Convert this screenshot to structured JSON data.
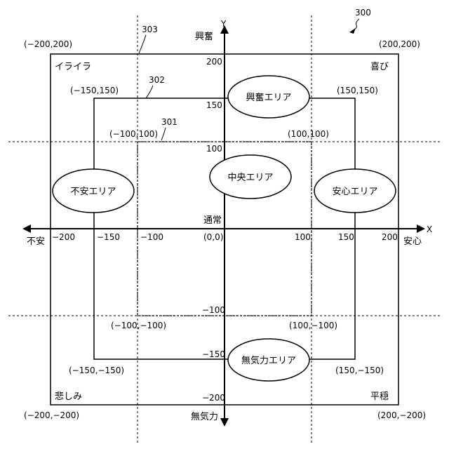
{
  "figure_ref": "300",
  "axes": {
    "x_label": "X",
    "y_label": "Y",
    "x_pos_label": "安心",
    "x_neg_label": "不安",
    "y_pos_label": "興奮",
    "y_neg_label": "無気力",
    "origin_label": "通常",
    "origin_coord": "(0,0)"
  },
  "ticks": {
    "x": [
      {
        "value": -200,
        "label": "−200"
      },
      {
        "value": -150,
        "label": "−150"
      },
      {
        "value": -100,
        "label": "−100"
      },
      {
        "value": 100,
        "label": "100"
      },
      {
        "value": 150,
        "label": "150"
      },
      {
        "value": 200,
        "label": "200"
      }
    ],
    "y": [
      {
        "value": 200,
        "label": "200"
      },
      {
        "value": 150,
        "label": "150"
      },
      {
        "value": 100,
        "label": "100"
      },
      {
        "value": -100,
        "label": "−100"
      },
      {
        "value": -150,
        "label": "−150"
      },
      {
        "value": -200,
        "label": "−200"
      }
    ]
  },
  "squares": {
    "r200": {
      "ref": "303",
      "tl": "(−200,200)",
      "tr": "(200,200)",
      "bl": "(−200,−200)",
      "br": "(200,−200)"
    },
    "r150": {
      "ref": "302",
      "tl": "(−150,150)",
      "tr": "(150,150)",
      "bl": "(−150,−150)",
      "br": "(150,−150)"
    },
    "r100": {
      "ref": "301",
      "tl": "(−100,100)",
      "tr": "(100,100)",
      "bl": "(−100,−100)",
      "br": "(100,−100)"
    }
  },
  "corner_emotions": {
    "top_left": "イライラ",
    "top_right": "喜び",
    "bottom_left": "悲しみ",
    "bottom_right": "平穏"
  },
  "areas": {
    "top": "興奮エリア",
    "left": "不安エリア",
    "center": "中央エリア",
    "right": "安心エリア",
    "bottom": "無気力エリア"
  }
}
